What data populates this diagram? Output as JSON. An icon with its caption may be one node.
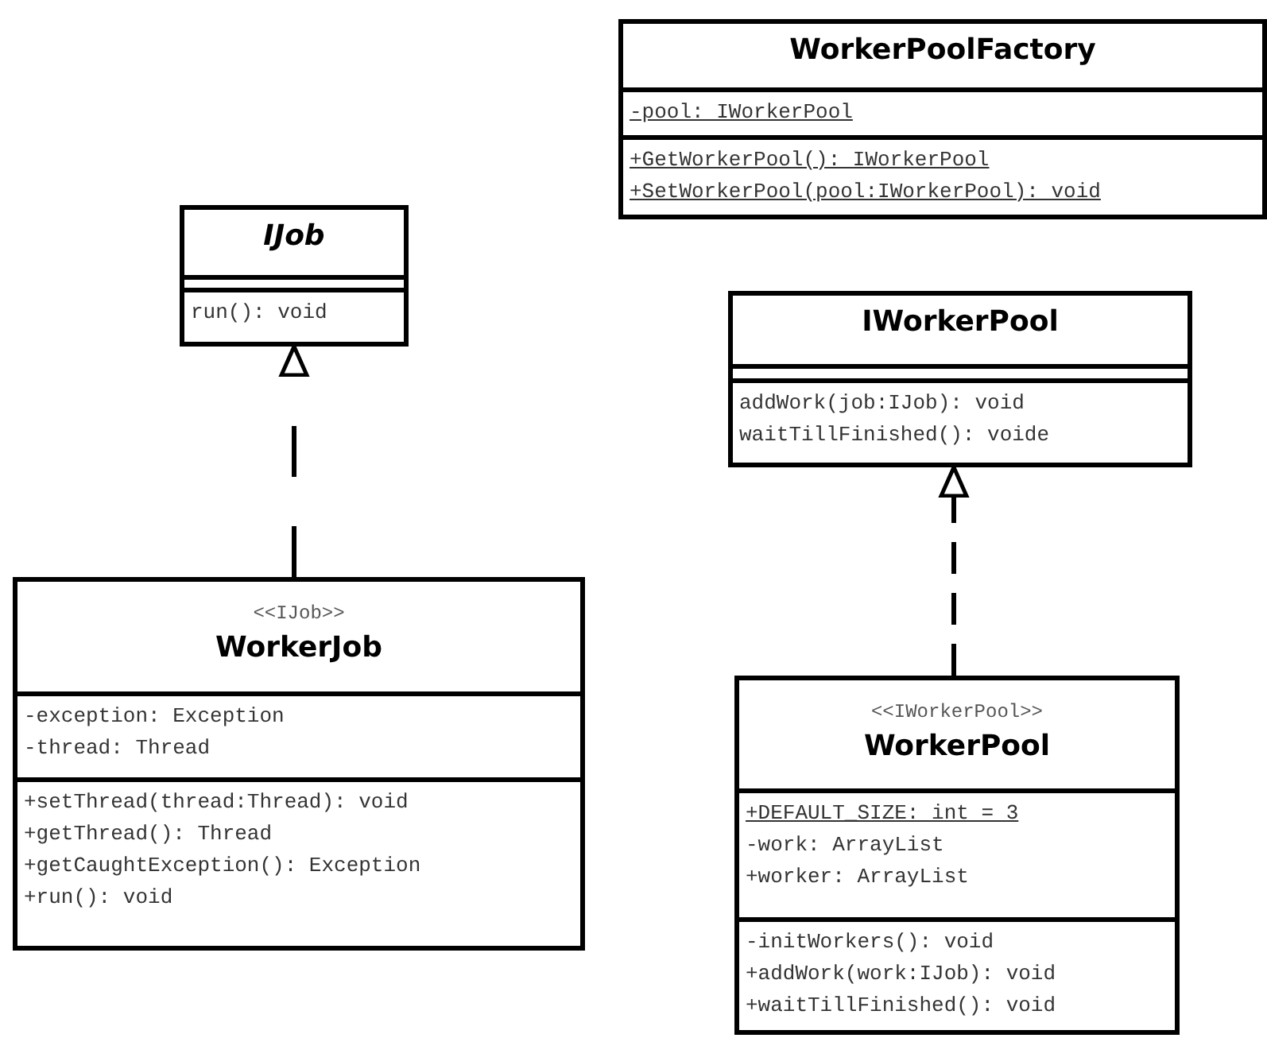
{
  "diagram": {
    "nodes": [
      {
        "text": [
          "WorkerPoolFactory",
          "-pool: IWorkerPool",
          "+GetWorkerPool(): IWorkerPool",
          "+SetWorkerPool(pool:IWorkerPool): void"
        ]
      },
      {
        "text": [
          "IJob",
          "run(): void"
        ]
      },
      {
        "text": [
          "IWorkerPool",
          "addWork(job:IJob): void",
          "waitTillFinished(): voide"
        ]
      },
      {
        "text": [
          "<<IJob>>",
          "WorkerJob",
          "-exception: Exception",
          "-thread: Thread",
          "+setThread(thread:Thread): void",
          "+getThread(): Thread",
          "+getCaughtException(): Exception",
          "+run(): void"
        ]
      },
      {
        "text": [
          "<<IWorkerPool>>",
          "WorkerPool",
          "+DEFAULT_SIZE: int = 3",
          "-work: ArrayList",
          "+worker: ArrayList",
          "-initWorkers(): void",
          "+addWork(work:IJob): void",
          "+waitTillFinished(): void"
        ]
      }
    ],
    "edges": [
      {
        "from": 3,
        "to": 1,
        "arrow": "to",
        "style": "dashed"
      },
      {
        "from": 4,
        "to": 2,
        "arrow": "to",
        "style": "dashed"
      }
    ]
  }
}
